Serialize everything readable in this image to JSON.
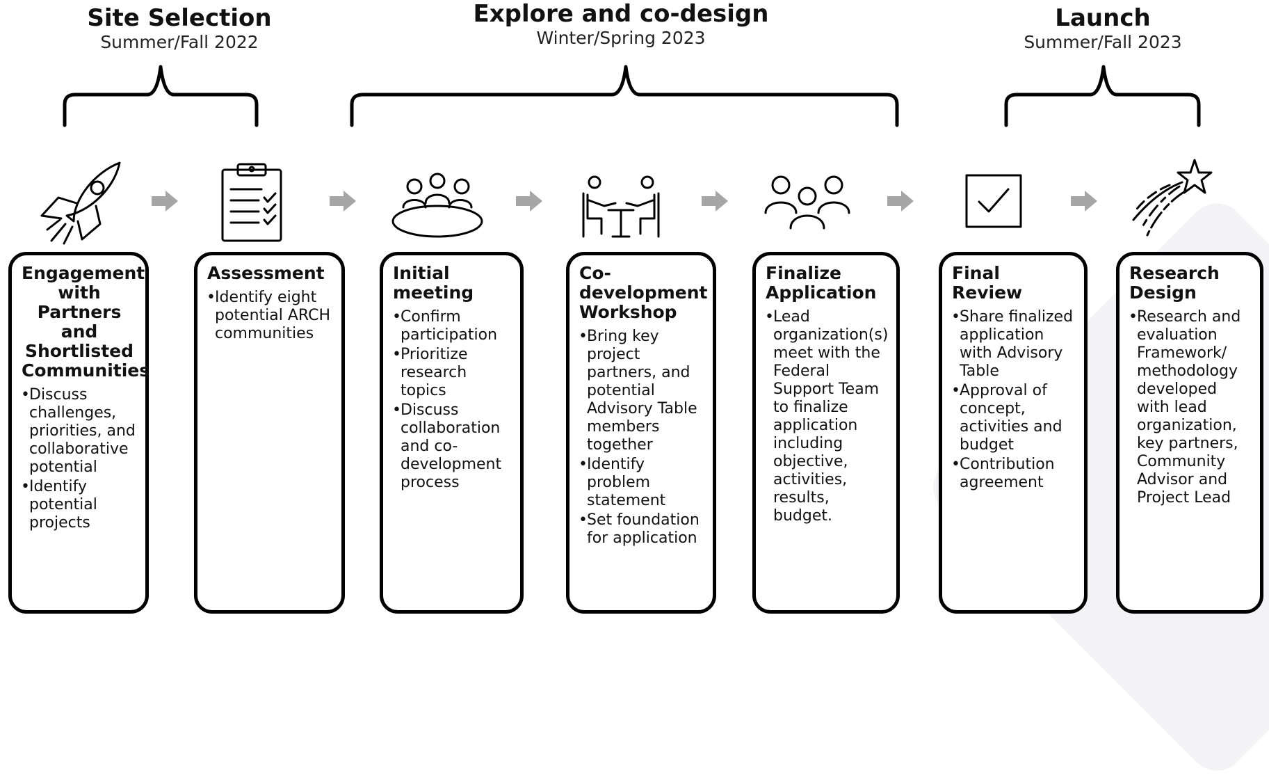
{
  "phases": [
    {
      "title": "Site Selection",
      "dates": "Summer/Fall 2022"
    },
    {
      "title": "Explore and co-design",
      "dates": "Winter/Spring 2023"
    },
    {
      "title": "Launch",
      "dates": "Summer/Fall 2023"
    }
  ],
  "steps": [
    {
      "icon": "rocket-icon",
      "title": "Engagement with Partners and Shortlisted Communities",
      "bullets": [
        "Discuss challenges, priorities, and collaborative potential",
        "Identify potential projects"
      ]
    },
    {
      "icon": "clipboard-checklist-icon",
      "title": "Assessment",
      "bullets": [
        "Identify eight potential ARCH communities"
      ]
    },
    {
      "icon": "meeting-table-icon",
      "title": "Initial meeting",
      "bullets": [
        "Confirm participation",
        "Prioritize research topics",
        "Discuss collaboration and co-development process"
      ]
    },
    {
      "icon": "workshop-icon",
      "title": "Co-development Workshop",
      "bullets": [
        "Bring key project partners, and potential Advisory Table members together",
        "Identify problem statement",
        "Set foundation for application"
      ]
    },
    {
      "icon": "people-group-icon",
      "title": "Finalize Application",
      "bullets": [
        "Lead organization(s) meet with the Federal Support Team to finalize application including objective, activities, results, budget."
      ]
    },
    {
      "icon": "checkbox-icon",
      "title": "Final Review",
      "bullets": [
        "Share finalized application with Advisory Table",
        "Approval of concept, activities and budget",
        "Contribution agreement"
      ]
    },
    {
      "icon": "shooting-star-icon",
      "title": "Research Design",
      "bullets": [
        "Research and evaluation Framework/ methodology developed with lead organization, key partners, Community Advisor and Project Lead"
      ]
    }
  ],
  "colors": {
    "border": "#000000",
    "arrow": "#a6a6a6",
    "watermark": "#f3f3f5"
  }
}
